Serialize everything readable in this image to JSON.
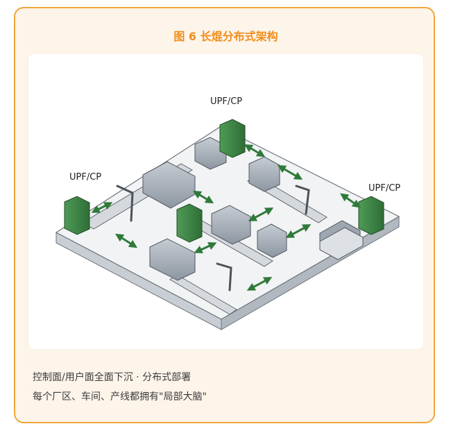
{
  "title": "图 6 长焜分布式架构",
  "diagram": {
    "node_label": "UPF/CP",
    "upf_labels": [
      "UPF/CP",
      "UPF/CP",
      "UPF/CP"
    ],
    "colors": {
      "accent": "#f18e1b",
      "border": "#f0a63a",
      "background": "#fdf4ea",
      "server_green": "#3f8a4a",
      "arrow_green": "#2f7a3a",
      "machine_gray": "#9aa3ad"
    }
  },
  "caption": {
    "line1": "控制面/用户面全面下沉 · 分布式部署",
    "line2": "每个厂区、车间、产线都拥有\"局部大脑\""
  }
}
